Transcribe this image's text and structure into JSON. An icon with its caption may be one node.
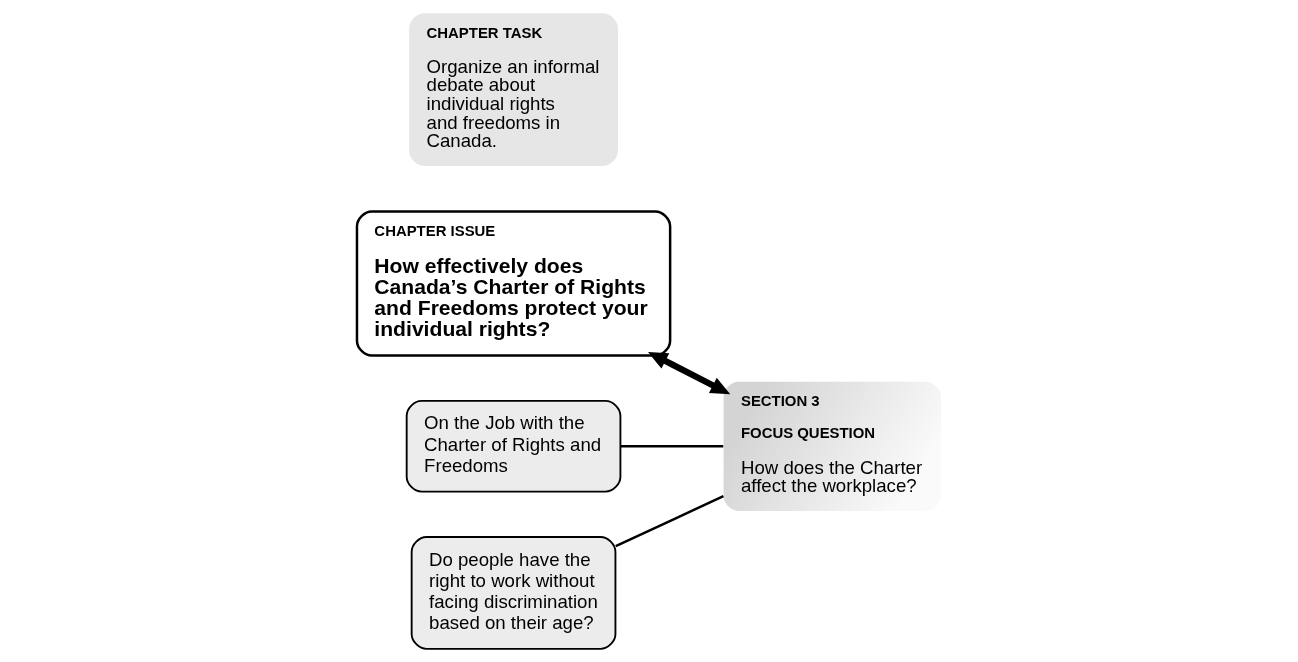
{
  "diagram": {
    "nodes": [
      {
        "text": [
          "CHAPTER ISSUE",
          "How effectively does Canada’s Charter of Rights and Freedoms protect your individual rights?"
        ]
      },
      {
        "text": [
          "On the Job with the Charter of Rights and Freedoms"
        ]
      },
      {
        "text": [
          "SECTION 3",
          "FOCUS QUESTION",
          "How does the Charter affect the workplace?"
        ]
      },
      {
        "text": [
          "CHAPTER TASK",
          "Organize an informal debate about individual rights and freedoms in Canada."
        ]
      },
      {
        "text": [
          "Do people have the right to work without facing discrimination based on their age?"
        ]
      }
    ],
    "edges": [
      {
        "from": 0,
        "to": 2,
        "arrow": "both",
        "style": "thick"
      },
      {
        "from": 1,
        "to": 2,
        "arrow": "none"
      },
      {
        "from": 4,
        "to": 2,
        "arrow": "none"
      }
    ]
  }
}
